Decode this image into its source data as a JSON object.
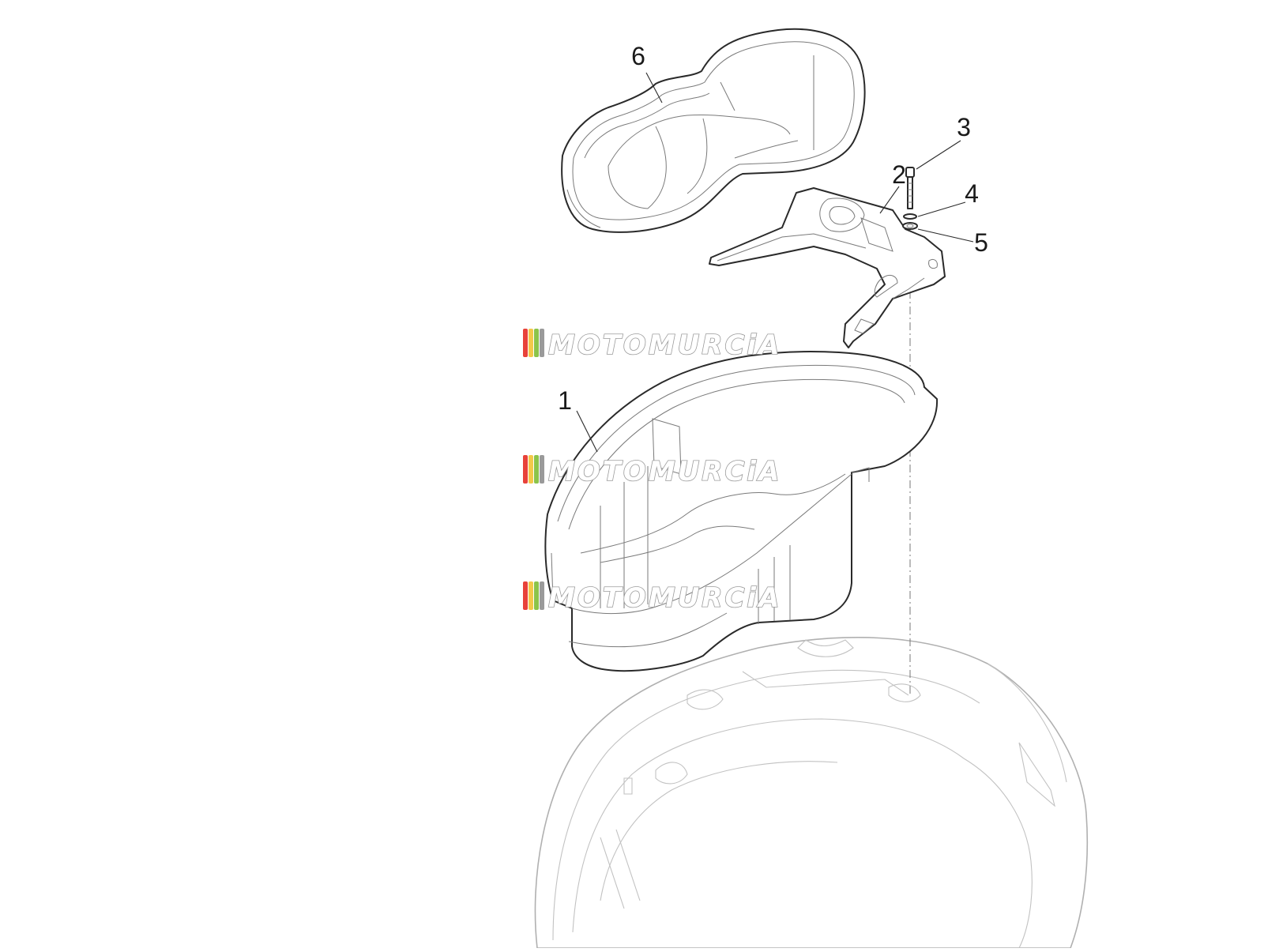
{
  "callouts": [
    {
      "id": "1",
      "label": "1"
    },
    {
      "id": "2",
      "label": "2"
    },
    {
      "id": "3",
      "label": "3"
    },
    {
      "id": "4",
      "label": "4"
    },
    {
      "id": "5",
      "label": "5"
    },
    {
      "id": "6",
      "label": "6"
    }
  ],
  "watermark": {
    "text": "MOTOMURCiA",
    "stripe_colors": [
      "#e8423a",
      "#f3c94a",
      "#8cc44a",
      "#9a9a9a"
    ]
  },
  "colors": {
    "line": "#2a2a2a",
    "body_line": "#b0b0b0"
  }
}
